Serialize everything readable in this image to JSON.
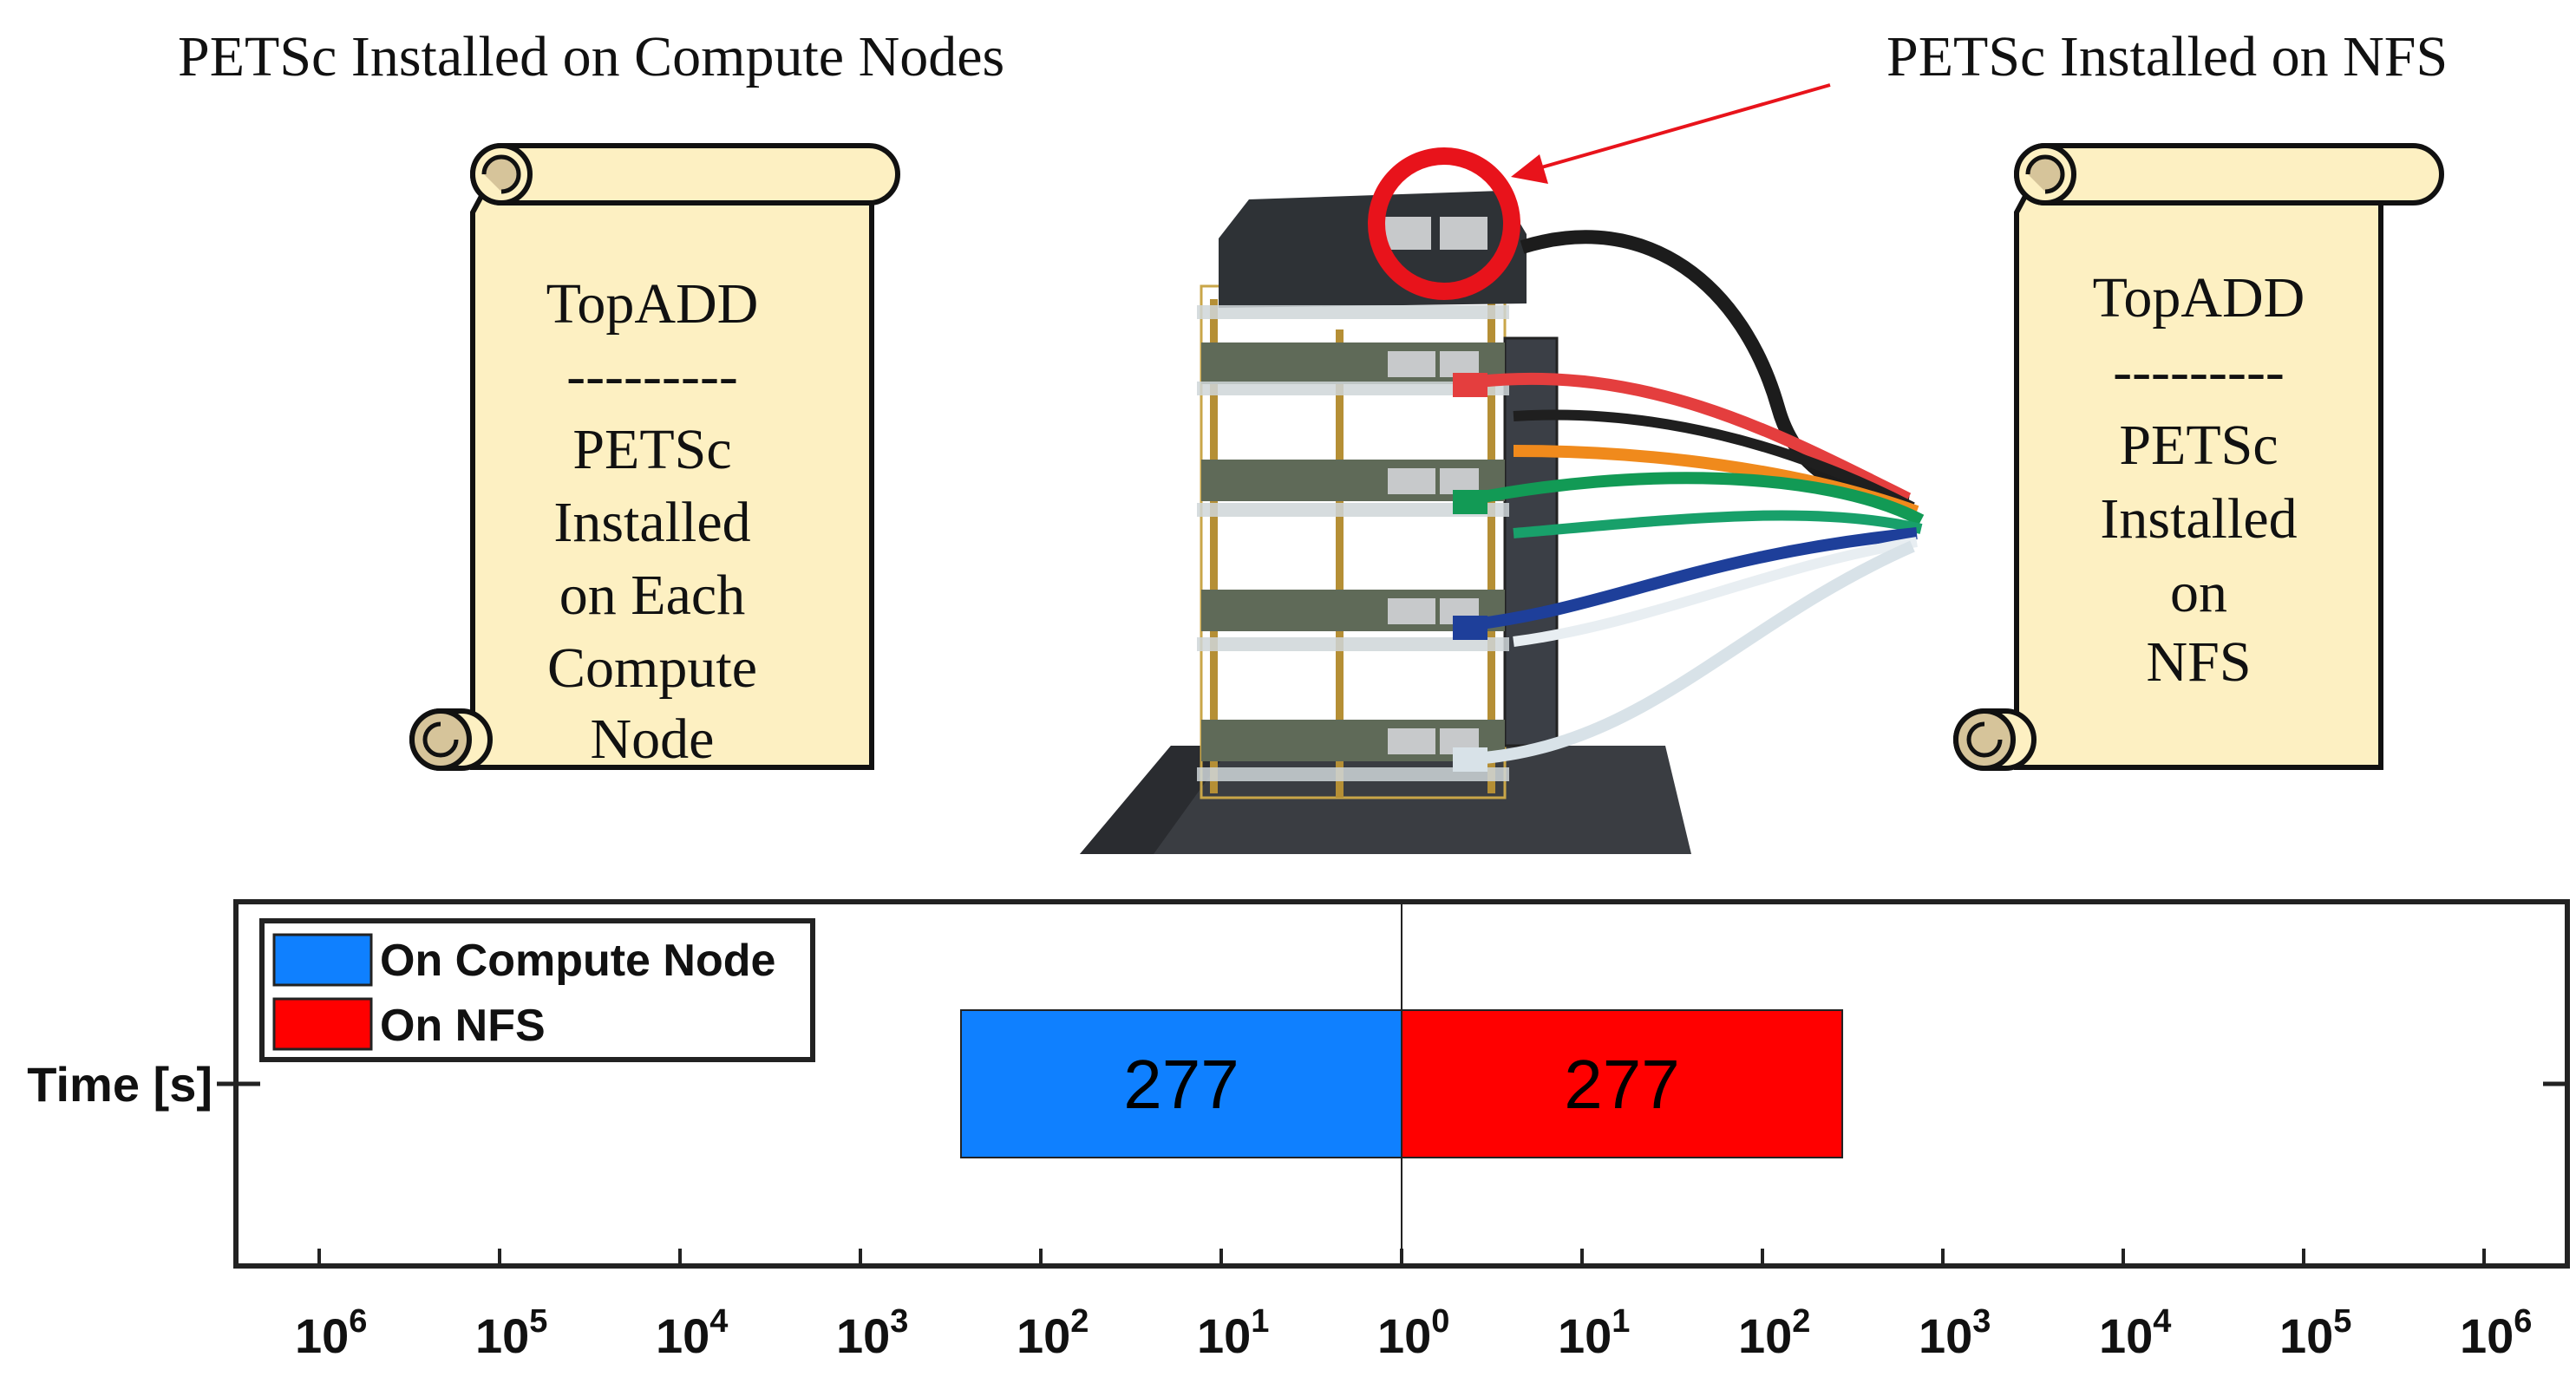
{
  "captions": {
    "left": "PETSc Installed on Compute Nodes",
    "right": "PETSc Installed on NFS"
  },
  "scroll_left": {
    "lines": [
      "TopADD",
      "---------",
      "PETSc",
      "Installed",
      "on Each",
      "Compute",
      "Node"
    ]
  },
  "scroll_right": {
    "lines": [
      "TopADD",
      "---------",
      "PETSc",
      "Installed",
      "on",
      "NFS"
    ]
  },
  "photo": {
    "subject": "stacked single-board computer cluster with network cables",
    "highlight_color": "#e8131b"
  },
  "chart_data": {
    "type": "bar",
    "orientation": "horizontal-diverging",
    "ylabel": "Time [s]",
    "categories": [
      "Time [s]"
    ],
    "x_scale": "log",
    "x_ticks": [
      "10^6",
      "10^5",
      "10^4",
      "10^3",
      "10^2",
      "10^1",
      "10^0",
      "10^1",
      "10^2",
      "10^3",
      "10^4",
      "10^5",
      "10^6"
    ],
    "x_tick_labels": [
      {
        "base": "10",
        "exp": "6"
      },
      {
        "base": "10",
        "exp": "5"
      },
      {
        "base": "10",
        "exp": "4"
      },
      {
        "base": "10",
        "exp": "3"
      },
      {
        "base": "10",
        "exp": "2"
      },
      {
        "base": "10",
        "exp": "1"
      },
      {
        "base": "10",
        "exp": "0"
      },
      {
        "base": "10",
        "exp": "1"
      },
      {
        "base": "10",
        "exp": "2"
      },
      {
        "base": "10",
        "exp": "3"
      },
      {
        "base": "10",
        "exp": "4"
      },
      {
        "base": "10",
        "exp": "5"
      },
      {
        "base": "10",
        "exp": "6"
      }
    ],
    "xlim": [
      1,
      1000000
    ],
    "series": [
      {
        "name": "On Compute Node",
        "values": [
          277
        ],
        "direction": "left",
        "color": "#0f80ff",
        "label": "277"
      },
      {
        "name": "On NFS",
        "values": [
          277
        ],
        "direction": "right",
        "color": "#ff0000",
        "label": "277"
      }
    ],
    "legend": {
      "placement": "top-left",
      "entries": [
        "On Compute Node",
        "On NFS"
      ]
    },
    "grid": false
  }
}
